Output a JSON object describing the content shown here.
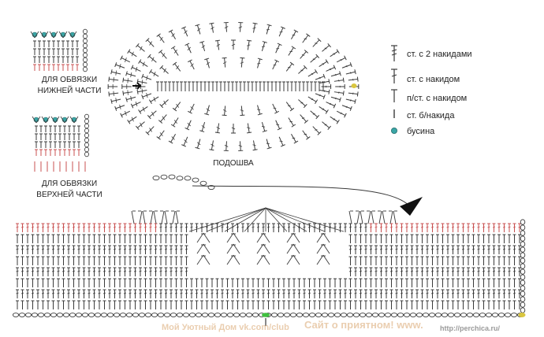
{
  "captions": {
    "lower": [
      "ДЛЯ ОБВЯЗКИ",
      "НИЖНЕЙ ЧАСТИ"
    ],
    "upper": [
      "ДЛЯ ОБВЯЗКИ",
      "ВЕРХНЕЙ ЧАСТИ"
    ],
    "sole": "ПОДОШВА"
  },
  "legend": [
    {
      "symbol": "dc2",
      "label": "ст. с 2 накидами"
    },
    {
      "symbol": "dc",
      "label": "ст. с накидом"
    },
    {
      "symbol": "hdc",
      "label": "п/ст. с накидом"
    },
    {
      "symbol": "sc",
      "label": "ст. б/накида"
    },
    {
      "symbol": "bead",
      "label": "бусина"
    }
  ],
  "watermarks": {
    "left": "Мой Уютный Дом vk.com/club",
    "center": "Сайт о приятном! www.",
    "right": "http://perchica.ru/"
  },
  "colors": {
    "ink": "#3a3a3a",
    "bead": "#3aa6a6",
    "red_stitch": "#c85050",
    "yellow_marker": "#d9c640",
    "green_marker": "#3fbf3f",
    "watermark": "#e8c9a8"
  }
}
